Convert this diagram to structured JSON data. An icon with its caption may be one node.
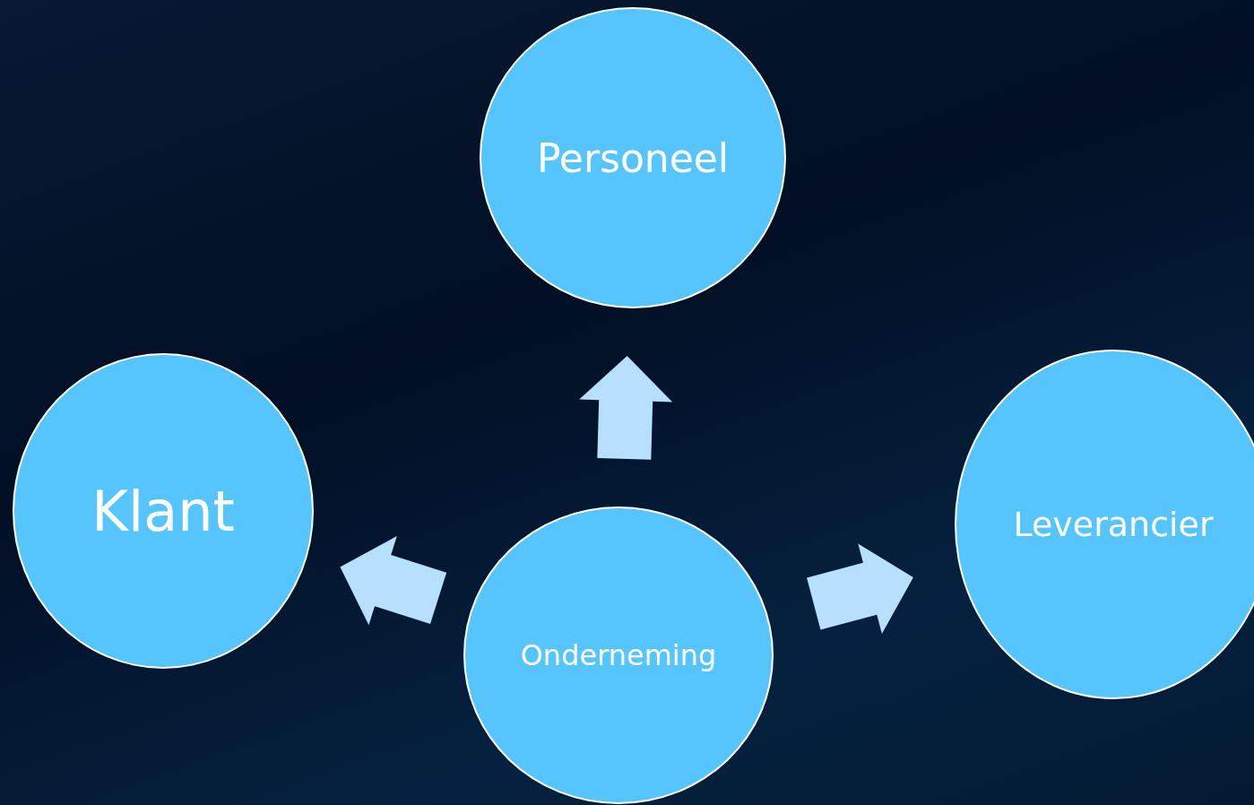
{
  "diagram": {
    "nodes": [
      {
        "text": [
          "Personeel"
        ]
      },
      {
        "text": [
          "Klant"
        ]
      },
      {
        "text": [
          "Onderneming"
        ]
      },
      {
        "text": [
          "Leverancier"
        ]
      }
    ],
    "edges": [
      {
        "from": 2,
        "to": 0,
        "arrow": "to"
      },
      {
        "from": 2,
        "to": 1,
        "arrow": "to"
      },
      {
        "from": 2,
        "to": 3,
        "arrow": "to"
      }
    ]
  }
}
